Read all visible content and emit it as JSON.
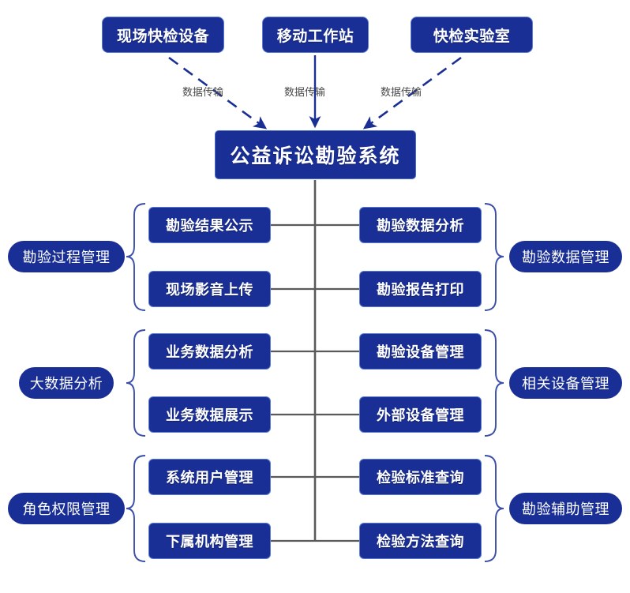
{
  "diagram": {
    "title": "公益诉讼勘验系统",
    "colors": {
      "node_fill": "#1a2f96",
      "node_border": "#5b7ad1",
      "node_text": "#ffffff",
      "spine": "#5a5a5a",
      "arrow": "#1a2f96",
      "brace": "#3b4fa8",
      "background": "#ffffff"
    },
    "sources": [
      {
        "label": "现场快检设备"
      },
      {
        "label": "移动工作站"
      },
      {
        "label": "快检实验室"
      }
    ],
    "edges": [
      {
        "label": "数据传输",
        "style": "dashed"
      },
      {
        "label": "数据传输",
        "style": "solid"
      },
      {
        "label": "数据传输",
        "style": "dashed"
      }
    ],
    "groups_left": [
      {
        "label": "勘验过程管理",
        "items": [
          {
            "label": "勘验结果公示"
          },
          {
            "label": "现场影音上传"
          }
        ]
      },
      {
        "label": "大数据分析",
        "items": [
          {
            "label": "业务数据分析"
          },
          {
            "label": "业务数据展示"
          }
        ]
      },
      {
        "label": "角色权限管理",
        "items": [
          {
            "label": "系统用户管理"
          },
          {
            "label": "下属机构管理"
          }
        ]
      }
    ],
    "groups_right": [
      {
        "label": "勘验数据管理",
        "items": [
          {
            "label": "勘验数据分析"
          },
          {
            "label": "勘验报告打印"
          }
        ]
      },
      {
        "label": "相关设备管理",
        "items": [
          {
            "label": "勘验设备管理"
          },
          {
            "label": "外部设备管理"
          }
        ]
      },
      {
        "label": "勘验辅助管理",
        "items": [
          {
            "label": "检验标准查询"
          },
          {
            "label": "检验方法查询"
          }
        ]
      }
    ]
  }
}
